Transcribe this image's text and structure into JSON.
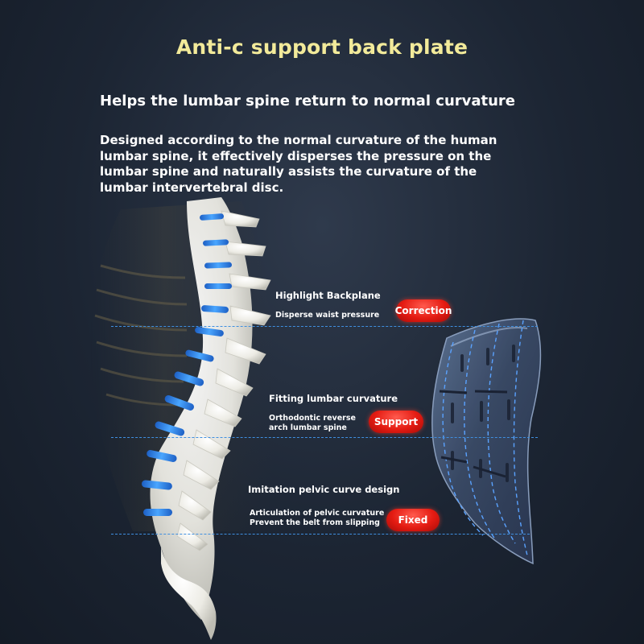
{
  "title": "Anti-c support back plate",
  "subtitle": "Helps the lumbar spine return to normal curvature",
  "description": "Designed according to the normal curvature of the human lumbar spine, it effectively disperses the pressure on the lumbar spine and naturally assists the curvature of the lumbar intervertebral disc.",
  "features": [
    {
      "title": "Highlight Backplane",
      "sub_lines": [
        "Disperse waist pressure"
      ],
      "badge": "Correction"
    },
    {
      "title": "Fitting lumbar curvature",
      "sub_lines": [
        "Orthodontic reverse",
        "arch lumbar spine"
      ],
      "badge": "Support"
    },
    {
      "title": "Imitation pelvic curve design",
      "sub_lines": [
        "Articulation of pelvic curvature",
        "Prevent the belt from slipping"
      ],
      "badge": "Fixed"
    }
  ],
  "colors": {
    "title": "#f2ea9a",
    "badge_red": "#e41b12",
    "guide_blue": "#3f8fe0",
    "background": "#1c2533"
  }
}
